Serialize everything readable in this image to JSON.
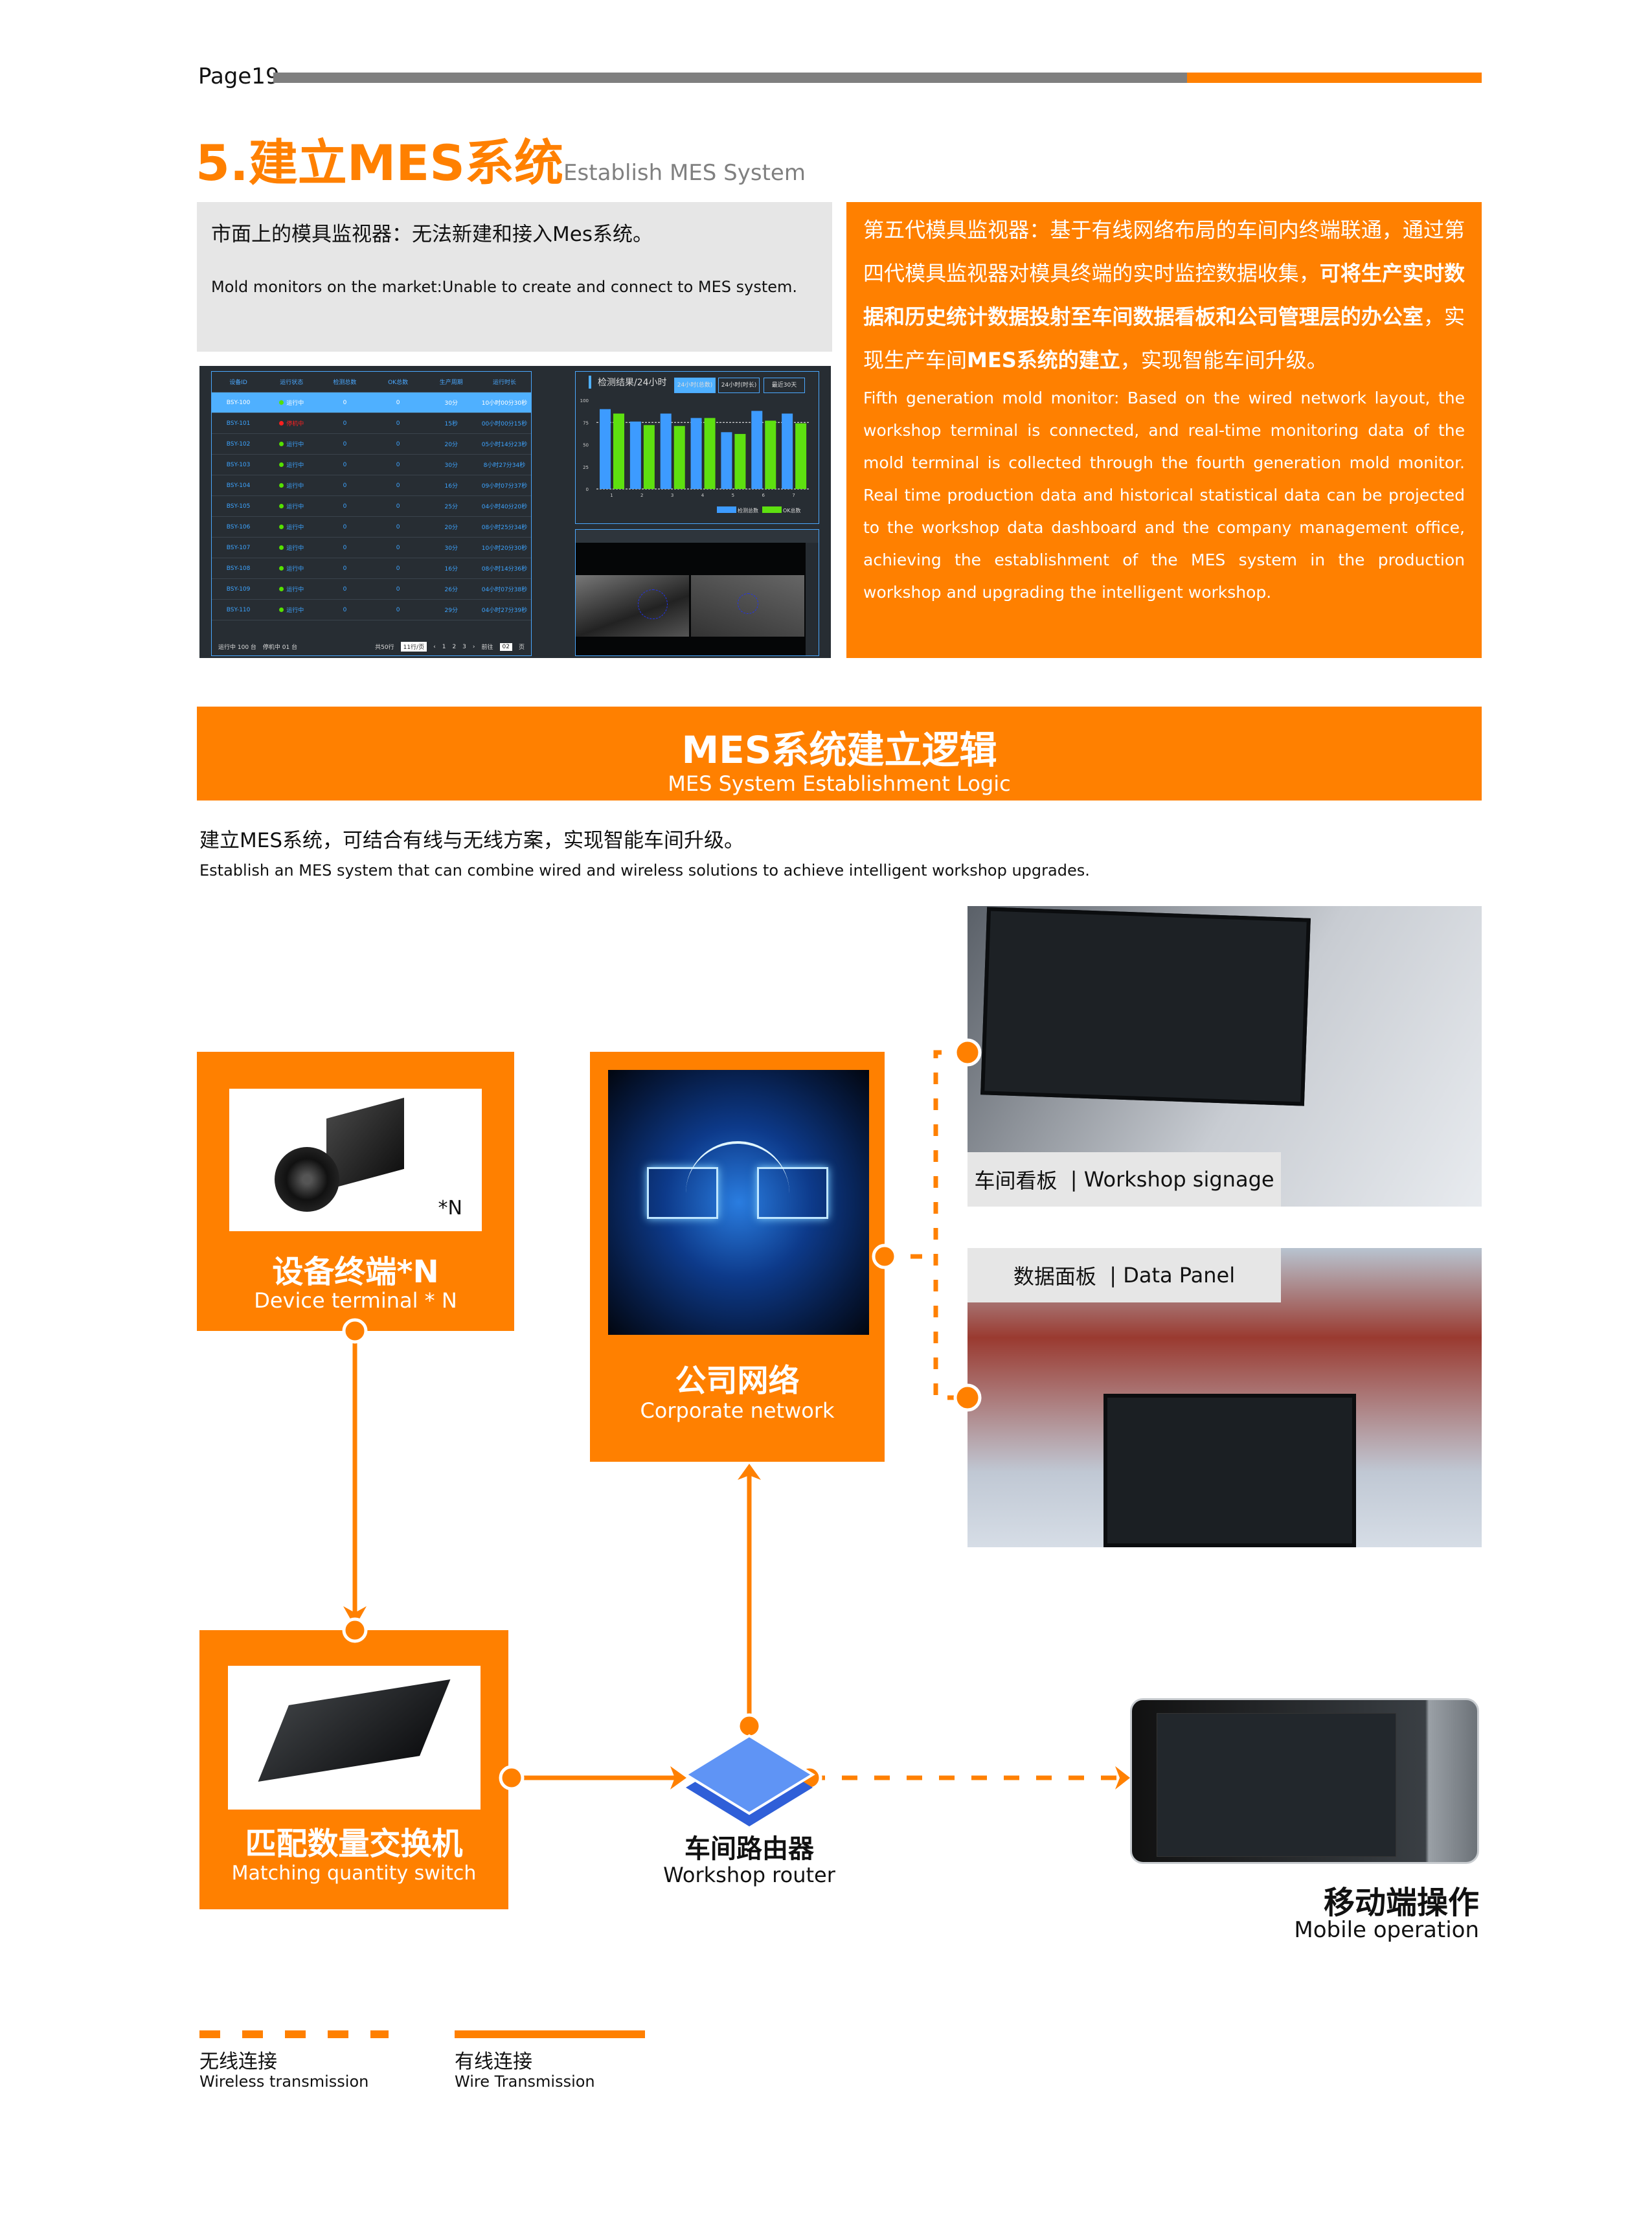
{
  "header": {
    "page_label": "Page19",
    "title_cn": "5.建立MES系统",
    "title_en": "Establish MES System"
  },
  "market_box": {
    "cn": "市面上的模具监视器：无法新建和接入Mes系统。",
    "en": "Mold monitors on the market:Unable to create and connect to MES system."
  },
  "dashboard": {
    "columns": [
      "设备ID",
      "运行状态",
      "检测总数",
      "OK总数",
      "生产周期",
      "运行时长"
    ],
    "rows": [
      [
        "BSY-100",
        "运行中",
        "0",
        "0",
        "30分",
        "10小时00分30秒"
      ],
      [
        "BSY-101",
        "停机中",
        "0",
        "0",
        "15秒",
        "00小时00分15秒"
      ],
      [
        "BSY-102",
        "运行中",
        "0",
        "0",
        "20分",
        "05小时14分23秒"
      ],
      [
        "BSY-103",
        "运行中",
        "0",
        "0",
        "30分",
        "8小时27分34秒"
      ],
      [
        "BSY-104",
        "运行中",
        "0",
        "0",
        "16分",
        "09小时07分37秒"
      ],
      [
        "BSY-105",
        "运行中",
        "0",
        "0",
        "25分",
        "04小时40分20秒"
      ],
      [
        "BSY-106",
        "运行中",
        "0",
        "0",
        "20分",
        "08小时25分34秒"
      ],
      [
        "BSY-107",
        "运行中",
        "0",
        "0",
        "30分",
        "10小时20分30秒"
      ],
      [
        "BSY-108",
        "运行中",
        "0",
        "0",
        "16分",
        "08小时14分36秒"
      ],
      [
        "BSY-109",
        "运行中",
        "0",
        "0",
        "26分",
        "04小时07分38秒"
      ],
      [
        "BSY-110",
        "运行中",
        "0",
        "0",
        "29分",
        "04小时27分39秒"
      ]
    ],
    "footer": {
      "running": "运行中 100 台",
      "stopped": "停机中 01 台",
      "total": "共50行",
      "per_page": "11行/页",
      "pages": [
        "1",
        "2",
        "3"
      ],
      "goto": "前往",
      "goto_value": "02",
      "page_unit": "页"
    },
    "colors": {
      "running": "#55e000",
      "stopped": "#ff2020"
    },
    "chart_data": {
      "type": "bar",
      "title": "检测结果/24小时",
      "tabs": [
        "24小时(总数)",
        "24小时(时长)",
        "最近30天"
      ],
      "categories": [
        "1",
        "2",
        "3",
        "4",
        "5",
        "6",
        "7"
      ],
      "yticks": [
        "0",
        "25",
        "50",
        "75",
        "100"
      ],
      "ylim": [
        0,
        100
      ],
      "series": [
        {
          "name": "检测总数",
          "values": [
            90,
            76,
            85,
            80,
            64,
            88,
            85
          ],
          "color": "#3d9bff"
        },
        {
          "name": "OK总数",
          "values": [
            85,
            72,
            71,
            80,
            62,
            77,
            74
          ],
          "color": "#5ee010"
        }
      ]
    }
  },
  "gen5_box": {
    "cn_1": "第五代模具监视器：基于有线网络布局的车间内终端联通，通过第四代模具监视器对模具终端的实时监控数据收集，",
    "cn_bold_1": "可将生产实时数据和历史统计数据投射至车间数据看板和公司管理层的办公室",
    "cn_2": "，实现生产车间",
    "cn_bold_2": "MES系统的建立",
    "cn_3": "，实现智能车间升级。",
    "en": "Fifth generation mold monitor: Based on the wired network layout, the workshop terminal is connected, and real-time monitoring data of the mold terminal is collected through the fourth generation mold monitor. Real time production data and historical statistical data can be projected to the workshop data dashboard and the company management office, achieving the establishment of the MES system in the production workshop and upgrading the intelligent workshop."
  },
  "banner": {
    "cn": "MES系统建立逻辑",
    "en": "MES System Establishment Logic"
  },
  "intro": {
    "cn": "建立MES系统，可结合有线与无线方案，实现智能车间升级。",
    "en": "Establish an MES system that can combine wired and wireless solutions to achieve intelligent workshop upgrades."
  },
  "diagram": {
    "device": {
      "cn": "设备终端*N",
      "en": "Device terminal * N",
      "badge": "*N"
    },
    "network": {
      "cn": "公司网络",
      "en": "Corporate network"
    },
    "signage": {
      "cn": "车间看板",
      "en": "Workshop signage"
    },
    "panel": {
      "cn": "数据面板",
      "en": "Data Panel"
    },
    "switch": {
      "cn": "匹配数量交换机",
      "en": "Matching quantity switch"
    },
    "router": {
      "cn": "车间路由器",
      "en": "Workshop router"
    },
    "mobile": {
      "cn": "移动端操作",
      "en": "Mobile operation"
    }
  },
  "legend": {
    "wireless_cn": "无线连接",
    "wireless_en": "Wireless transmission",
    "wired_cn": "有线连接",
    "wired_en": "Wire Transmission"
  },
  "accent": "#ff8000"
}
